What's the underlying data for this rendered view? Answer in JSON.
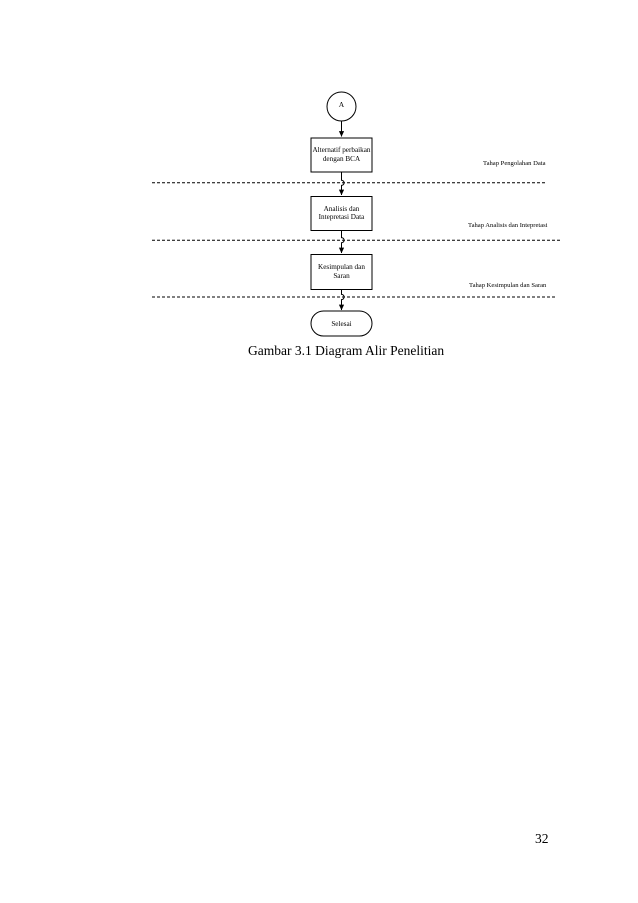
{
  "page": {
    "number": "32",
    "caption": "Gambar 3.1 Diagram Alir Penelitian"
  },
  "diagram": {
    "title": "Diagram Alir Penelitian",
    "connector": {
      "label": "A",
      "shape": "circle"
    },
    "nodes": [
      {
        "id": "node-alternatif",
        "shape": "process",
        "label": "Alternatif perbaikan\ndengan BCA"
      },
      {
        "id": "node-analisis",
        "shape": "process",
        "label": "Analisis  dan\nIntepretasi Data"
      },
      {
        "id": "node-kesimpulan",
        "shape": "process",
        "label": "Kesimpulan dan\nSaran"
      },
      {
        "id": "node-selesai",
        "shape": "terminator",
        "label": "Selesai"
      }
    ],
    "phase_labels": [
      {
        "id": "phase-pengolahan",
        "label": "Tahap Pengolahan Data"
      },
      {
        "id": "phase-analisis",
        "label": "Tahap Analisis dan Intepretasi"
      },
      {
        "id": "phase-kesimpulan",
        "label": "Tahap Kesimpulan dan Saran"
      }
    ],
    "colors": {
      "stroke": "#000000",
      "fill": "#ffffff",
      "divider": "#000000"
    }
  }
}
